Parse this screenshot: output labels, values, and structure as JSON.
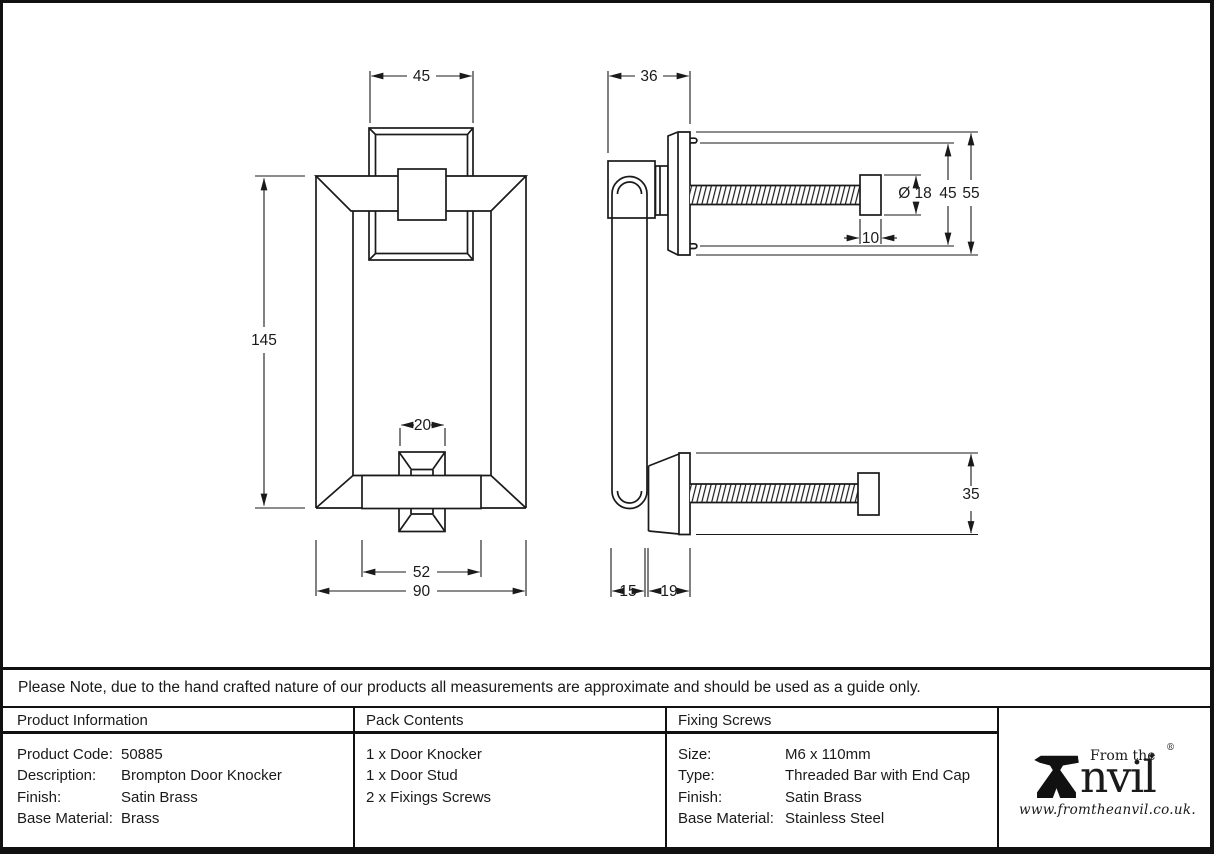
{
  "note": "Please Note, due to the hand crafted nature of our products all measurements are approximate and should be used as a guide only.",
  "drawing": {
    "front_view": {
      "top_width": "45",
      "height": "145",
      "stud_width": "20",
      "knurl_width": "52",
      "plate_width": "90"
    },
    "side_view": {
      "projection": "36",
      "cap_diameter": "Ø 18",
      "fixing_centres": "45",
      "plate_height": "55",
      "cap_length": "10",
      "stud_height": "35",
      "loop_width": "15",
      "stud_projection": "19"
    }
  },
  "product_info": {
    "title": "Product Information",
    "rows": [
      {
        "label": "Product Code:",
        "value": "50885"
      },
      {
        "label": "Description:",
        "value": "Brompton Door Knocker"
      },
      {
        "label": "Finish:",
        "value": "Satin Brass"
      },
      {
        "label": "Base Material:",
        "value": "Brass"
      }
    ]
  },
  "pack_contents": {
    "title": "Pack Contents",
    "items": [
      {
        "text": "1 x Door Knocker"
      },
      {
        "text": "1 x Door Stud"
      },
      {
        "text": "2 x Fixings Screws"
      }
    ]
  },
  "fixing_screws": {
    "title": "Fixing Screws",
    "rows": [
      {
        "label": "Size:",
        "value": "M6 x 110mm"
      },
      {
        "label": "Type:",
        "value": "Threaded Bar with End Cap"
      },
      {
        "label": "Finish:",
        "value": "Satin Brass"
      },
      {
        "label": "Base Material:",
        "value": "Stainless Steel"
      }
    ]
  },
  "logo": {
    "from_the": "From the",
    "name_rest": "nvil",
    "registered": "®",
    "diamond": "♦",
    "url": "www.fromtheanvil.co.uk."
  },
  "colors": {
    "line": "#1a1a1a",
    "background": "#ffffff",
    "border": "#111111"
  }
}
